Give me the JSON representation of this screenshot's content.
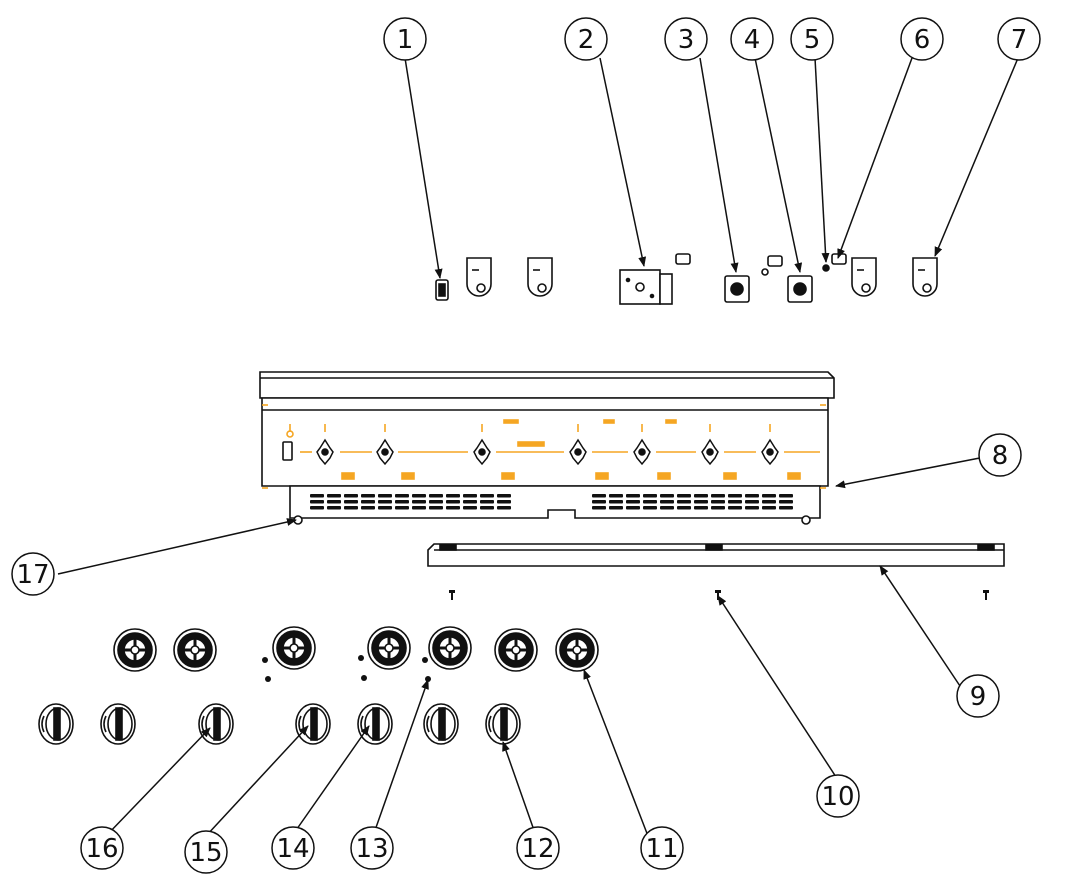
{
  "diagram": {
    "kind": "exploded parts diagram",
    "accent_color": "#F5A623",
    "line_color": "#111111",
    "callouts": [
      {
        "label": "1"
      },
      {
        "label": "2"
      },
      {
        "label": "3"
      },
      {
        "label": "4"
      },
      {
        "label": "5"
      },
      {
        "label": "6"
      },
      {
        "label": "7"
      },
      {
        "label": "8"
      },
      {
        "label": "9"
      },
      {
        "label": "10"
      },
      {
        "label": "11"
      },
      {
        "label": "12"
      },
      {
        "label": "13"
      },
      {
        "label": "14"
      },
      {
        "label": "15"
      },
      {
        "label": "16"
      },
      {
        "label": "17"
      }
    ]
  }
}
